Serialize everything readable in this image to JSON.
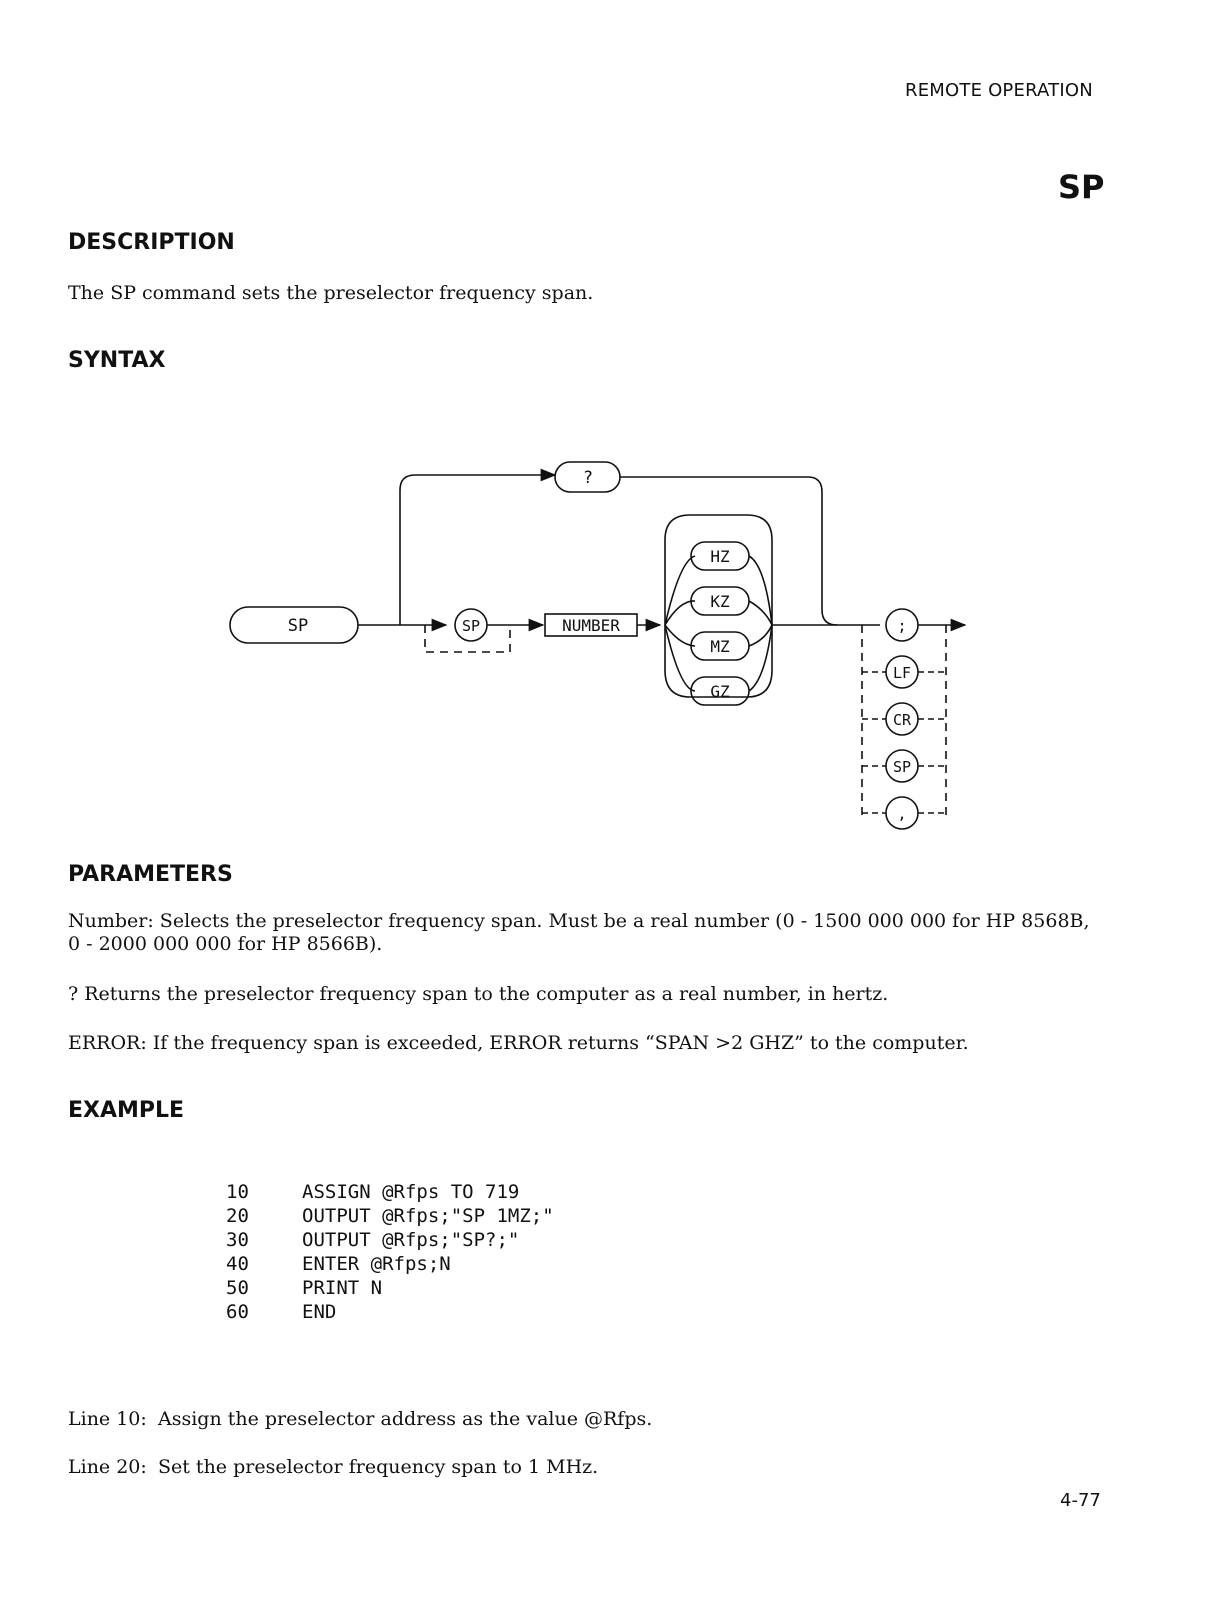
{
  "header": {
    "section": "REMOTE OPERATION",
    "command": "SP"
  },
  "description": {
    "heading": "DESCRIPTION",
    "text": "The SP command sets the preselector frequency span."
  },
  "syntax": {
    "heading": "SYNTAX",
    "diagram": {
      "command": "SP",
      "query": "?",
      "separator": "SP",
      "number": "NUMBER",
      "units": [
        "HZ",
        "KZ",
        "MZ",
        "GZ"
      ],
      "terminators": [
        ";",
        "LF",
        "CR",
        "SP",
        ","
      ]
    }
  },
  "parameters": {
    "heading": "PARAMETERS",
    "number_text": "Number: Selects the preselector frequency span. Must be a real number (0 - 1500 000 000 for HP 8568B, 0 - 2000 000 000 for HP 8566B).",
    "query_text": "? Returns the preselector frequency span to the computer as a real number, in hertz.",
    "error_text": "ERROR: If the frequency span is exceeded, ERROR returns “SPAN >2 GHZ” to the computer."
  },
  "example": {
    "heading": "EXAMPLE",
    "lines": [
      {
        "num": "10",
        "code": "ASSIGN @Rfps TO 719"
      },
      {
        "num": "20",
        "code": "OUTPUT @Rfps;\"SP 1MZ;\""
      },
      {
        "num": "30",
        "code": "OUTPUT @Rfps;\"SP?;\""
      },
      {
        "num": "40",
        "code": "ENTER @Rfps;N"
      },
      {
        "num": "50",
        "code": "PRINT N"
      },
      {
        "num": "60",
        "code": "END"
      }
    ]
  },
  "notes": [
    {
      "label": "Line 10:",
      "text": "Assign the preselector address as the value @Rfps."
    },
    {
      "label": "Line 20:",
      "text": "Set the preselector frequency span to 1 MHz."
    }
  ],
  "page_number": "4-77"
}
